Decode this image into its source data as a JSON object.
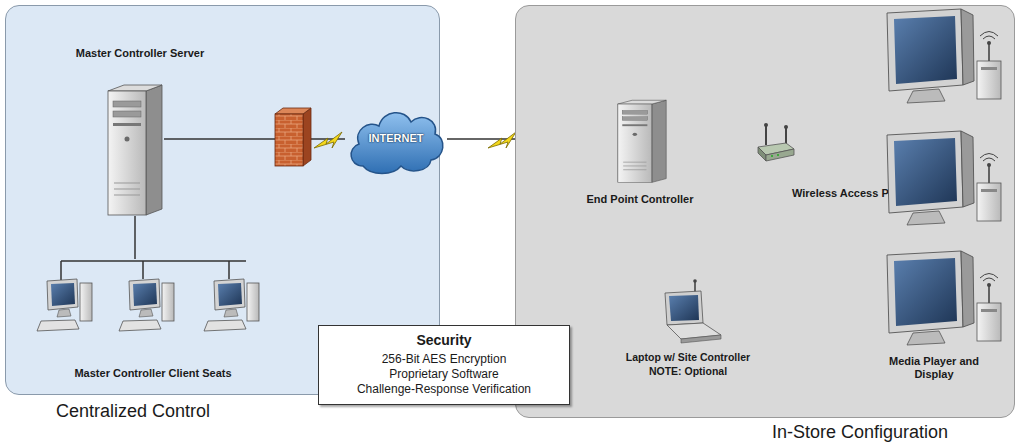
{
  "diagram": {
    "nodes": [
      {
        "text": [
          "Centralized Control"
        ]
      },
      {
        "text": [
          "Master Controller Server"
        ],
        "in": 0
      },
      {
        "text": [
          "Master Controller Client Seats"
        ],
        "in": 0
      },
      {
        "text": [
          "INTERNET"
        ]
      },
      {
        "text": [
          "In-Store Configuration"
        ]
      },
      {
        "text": [
          "End Point Controller"
        ],
        "in": 4
      },
      {
        "text": [
          "Wireless Access Point"
        ],
        "in": 4
      },
      {
        "text": [
          "Laptop w/ Site Controller",
          "NOTE: Optional"
        ],
        "in": 4
      },
      {
        "text": [
          "Media Player and Display"
        ],
        "in": 4
      },
      {
        "text": [
          "Security",
          "256-Bit AES Encryption",
          "Proprietary Software",
          "Challenge-Response Verification"
        ]
      }
    ],
    "edges": [
      {
        "from": 1,
        "to": 2,
        "arrow": "none"
      },
      {
        "from": 1,
        "to": 3,
        "arrow": "none"
      },
      {
        "from": 3,
        "to": 5,
        "arrow": "none"
      },
      {
        "from": 5,
        "to": 6,
        "arrow": "none"
      }
    ]
  }
}
